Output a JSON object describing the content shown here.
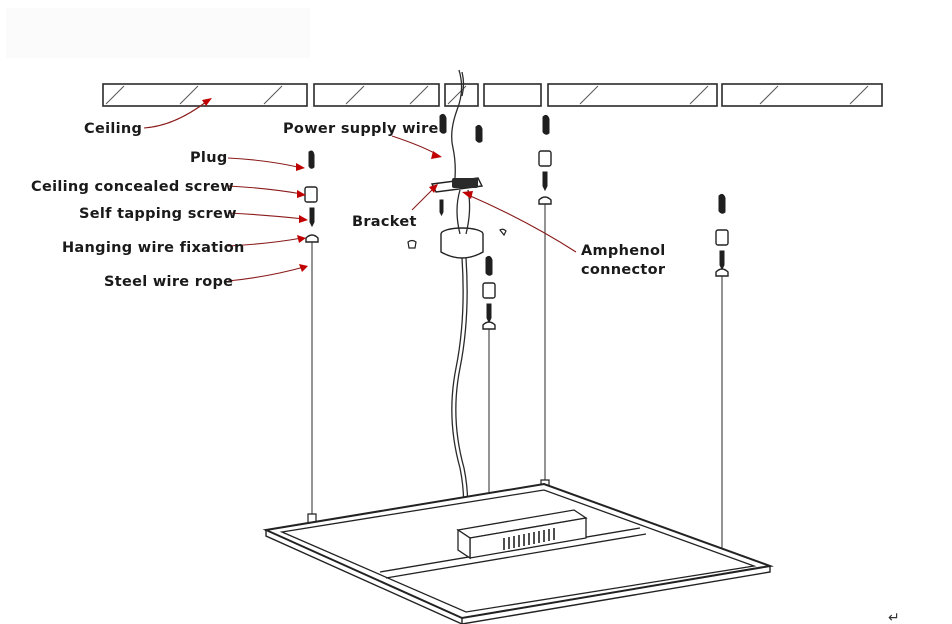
{
  "labels": {
    "ceiling": "Ceiling",
    "plug": "Plug",
    "ceiling_concealed_screw": "Ceiling concealed screw",
    "self_tapping_screw": "Self tapping screw",
    "hanging_wire_fixation": "Hanging wire fixation",
    "steel_wire_rope": "Steel wire rope",
    "power_supply_wire": "Power supply wire",
    "bracket": "Bracket",
    "amphenol_connector_line1": "Amphenol",
    "amphenol_connector_line2": "connector"
  },
  "return_mark": "↵",
  "colors": {
    "leader_line": "#8a1a1a",
    "arrow": "#c00000",
    "outline": "#2a2a2a"
  }
}
